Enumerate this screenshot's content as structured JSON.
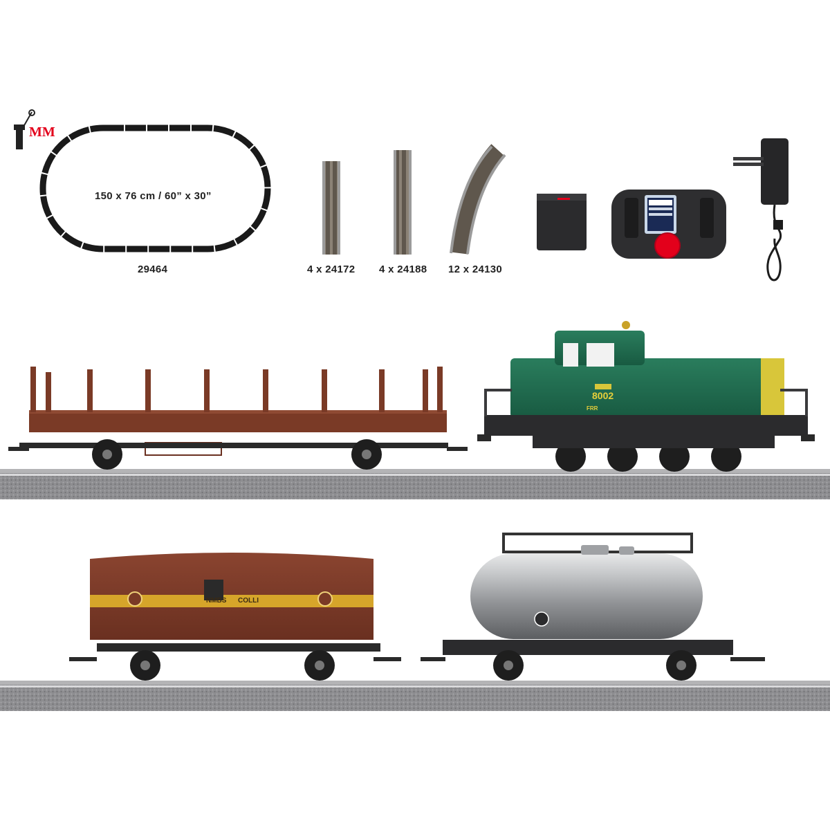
{
  "logo": {
    "letters": "MM"
  },
  "layout": {
    "dimensions": "150 x 76 cm / 60” x 30”",
    "track_set": "29464"
  },
  "parts": [
    {
      "label": "4 x 24172"
    },
    {
      "label": "4 x 24188"
    },
    {
      "label": "12 x 24130"
    }
  ],
  "locomotive": {
    "number": "8002",
    "marking": "FRR"
  },
  "boxcar": {
    "text_left": "NMBS",
    "text_right": "COLLI"
  },
  "colors": {
    "loco_green": "#1f6b4f",
    "wagon_brown": "#7a3a26",
    "boxcar_stripe": "#d6a52a",
    "tank_silver": "#a9abae",
    "controller_red": "#e3001b",
    "ballast": "#8e8e91"
  }
}
